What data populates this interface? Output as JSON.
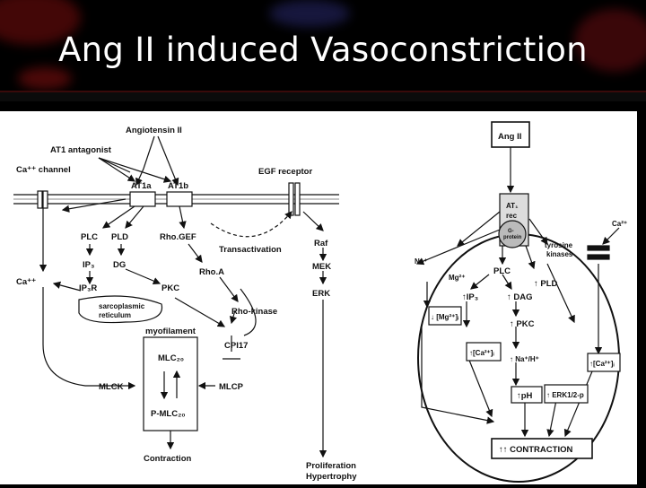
{
  "slide": {
    "title": "Ang II induced Vasoconstriction"
  },
  "left_diagram": {
    "angiotensin": "Angiotensin II",
    "at1_antagonist": "AT1 antagonist",
    "ca_channel": "Ca⁺⁺ channel",
    "at1a": "AT1a",
    "at1b": "AT1b",
    "egf_receptor": "EGF receptor",
    "plc": "PLC",
    "pld": "PLD",
    "rhogef": "Rho.GEF",
    "transactivation": "Transactivation",
    "ip3": "IP₃",
    "dg": "DG",
    "rhoa": "Rho.A",
    "raf": "Raf",
    "ca": "Ca⁺⁺",
    "ip3r": "IP₃R",
    "pkc": "PKC",
    "mek": "MEK",
    "erk": "ERK",
    "sarco1": "sarcoplasmic",
    "sarco2": "reticulum",
    "rho_kinase": "Rho-kinase",
    "myofilament": "myofilament",
    "cpi17": "CPI17",
    "mlc20": "MLC₂₀",
    "mlck": "MLCK",
    "mlcp": "MLCP",
    "pmlc20": "P-MLC₂₀",
    "contraction": "Contraction",
    "proliferation": "Proliferation",
    "hypertrophy": "Hypertrophy"
  },
  "right_diagram": {
    "ang2": "Ang II",
    "at1": "AT₁",
    "rec": "rec",
    "gprotein1": "G-",
    "gprotein2": "protein",
    "ca2_ext": "Ca²⁺",
    "tyrosine1": "tyrosine",
    "tyrosine2": "kinases",
    "na": "Na⁺",
    "mg": "Mg²⁺",
    "plc": "PLC",
    "pld": "↑ PLD",
    "ip3": "↑IP₃",
    "dag": "↑ DAG",
    "mg_i": "↓ [Mg²⁺]ᵢ",
    "ca_i_left": "↑[Ca²⁺]ᵢ",
    "pkc": "↑ PKC",
    "na_h": "↑ Na⁺/H⁺",
    "ca_i_right": "↑[Ca²⁺]ᵢ",
    "ph": "↑pH",
    "erk": "↑ ERK1/2-p",
    "contraction": "↑↑ CONTRACTION"
  }
}
